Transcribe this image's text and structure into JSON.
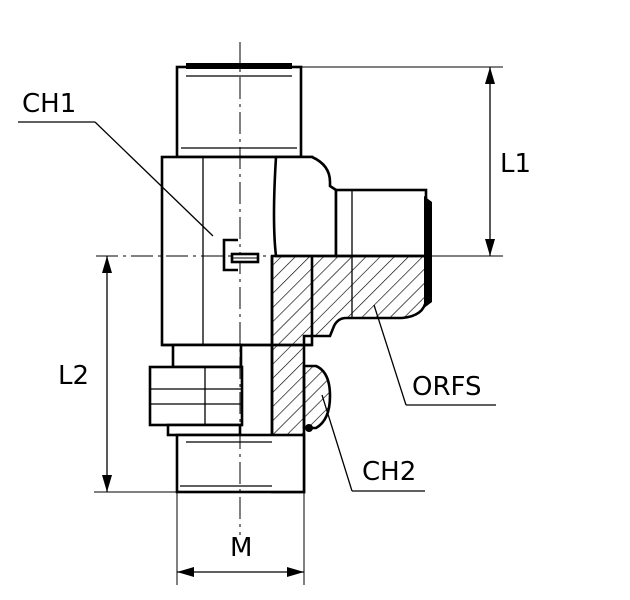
{
  "labels": {
    "ch1": "CH1",
    "l1": "L1",
    "l2": "L2",
    "orfs": "ORFS",
    "ch2": "CH2",
    "m": "M"
  },
  "colors": {
    "line": "#000000",
    "background": "#ffffff"
  }
}
